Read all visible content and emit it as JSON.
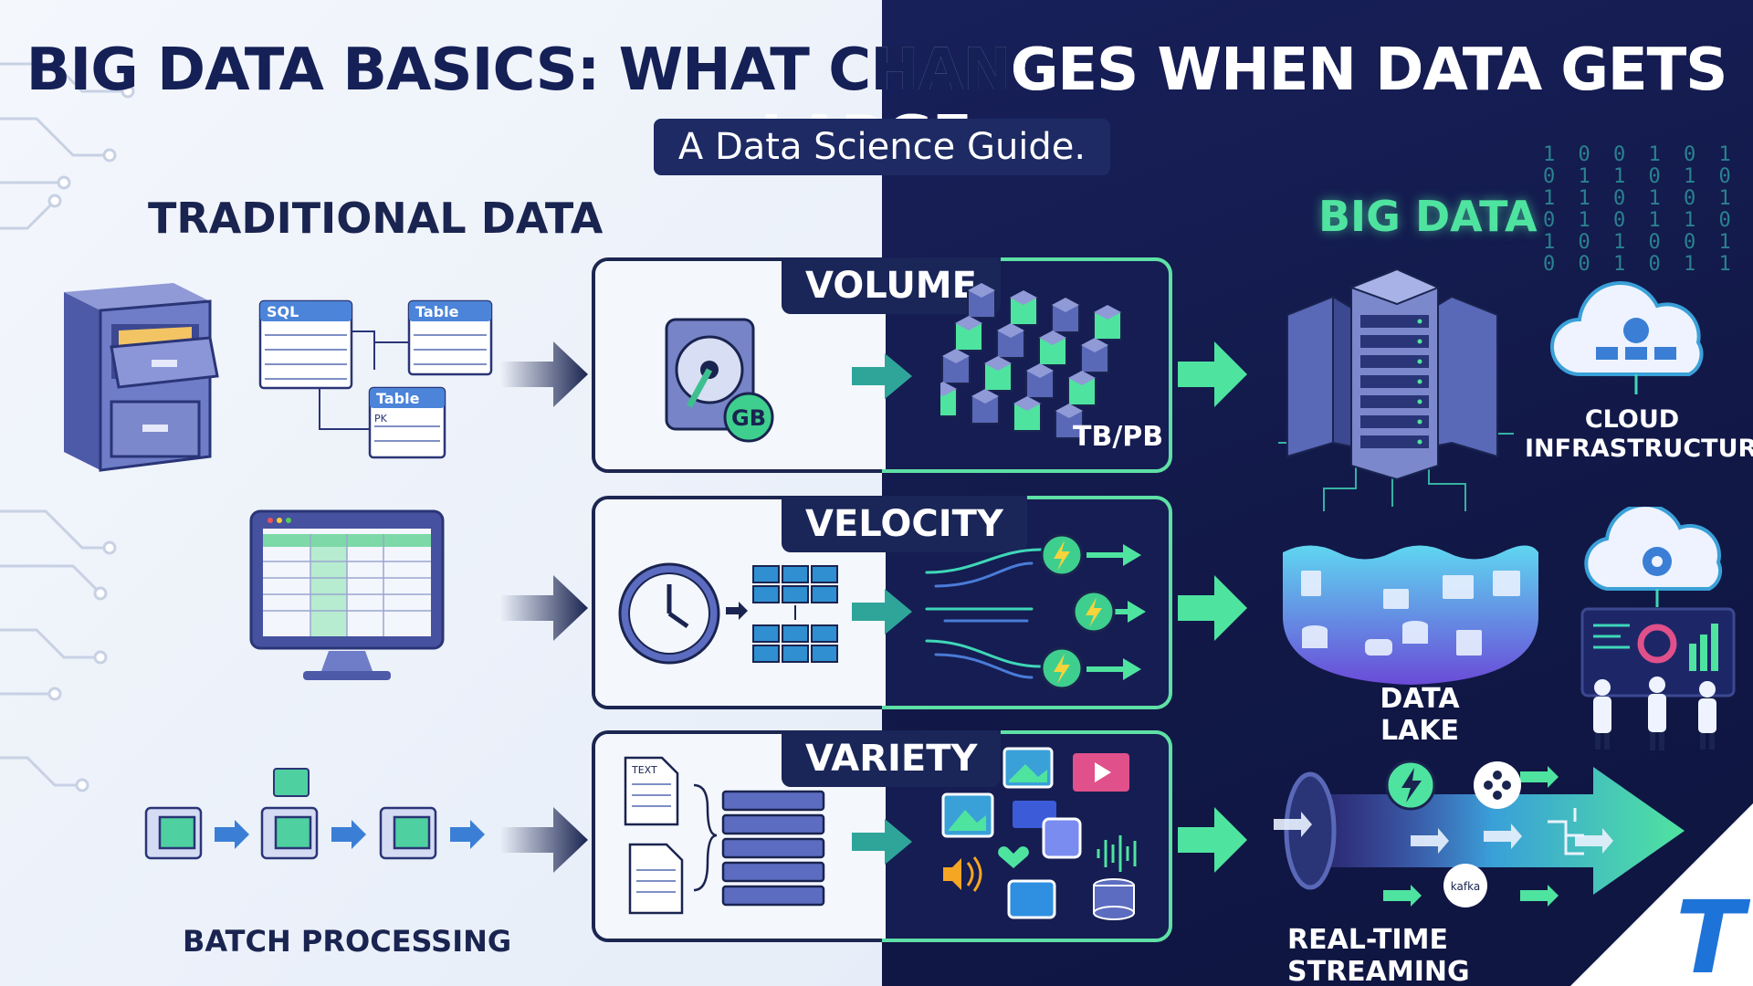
{
  "header": {
    "title_left": "BIG DATA BASICS: WHAT CHAN",
    "title_right": "GES WHEN DATA GETS LARGE.",
    "subtitle": "A Data Science Guide."
  },
  "left": {
    "heading": "TRADITIONAL DATA",
    "sql_label": "SQL",
    "table_label_1": "Table",
    "table_label_2": "Table",
    "pk_label": "PK",
    "batch_label": "BATCH PROCESSING"
  },
  "middle": {
    "volume": "VOLUME",
    "velocity": "VELOCITY",
    "variety": "VARIETY",
    "gb_badge": "GB",
    "tbpb_label": "TB/PB"
  },
  "right": {
    "heading": "BIG DATA",
    "cloud_label_1": "CLOUD",
    "cloud_label_2": "INFRASTRUCTURE",
    "lake_label": "DATA LAKE",
    "streaming_label": "REAL-TIME STREAMING",
    "kafka_label": "kafka",
    "binary_rows": [
      "1 0 0 1 0 1",
      "0 1 1 0 1 0",
      "1 1 0 1 0 1",
      "0 1 0 1 1 0",
      "1 0 1 0 0 1",
      "0 0 1 0 1 1"
    ]
  },
  "brand": {
    "logo_letter": "T"
  },
  "colors": {
    "navy": "#142056",
    "dark_bg": "#131a4e",
    "accent_green": "#4fe3a0",
    "accent_teal": "#2fb7a6",
    "steel": "#4a5aa8"
  }
}
